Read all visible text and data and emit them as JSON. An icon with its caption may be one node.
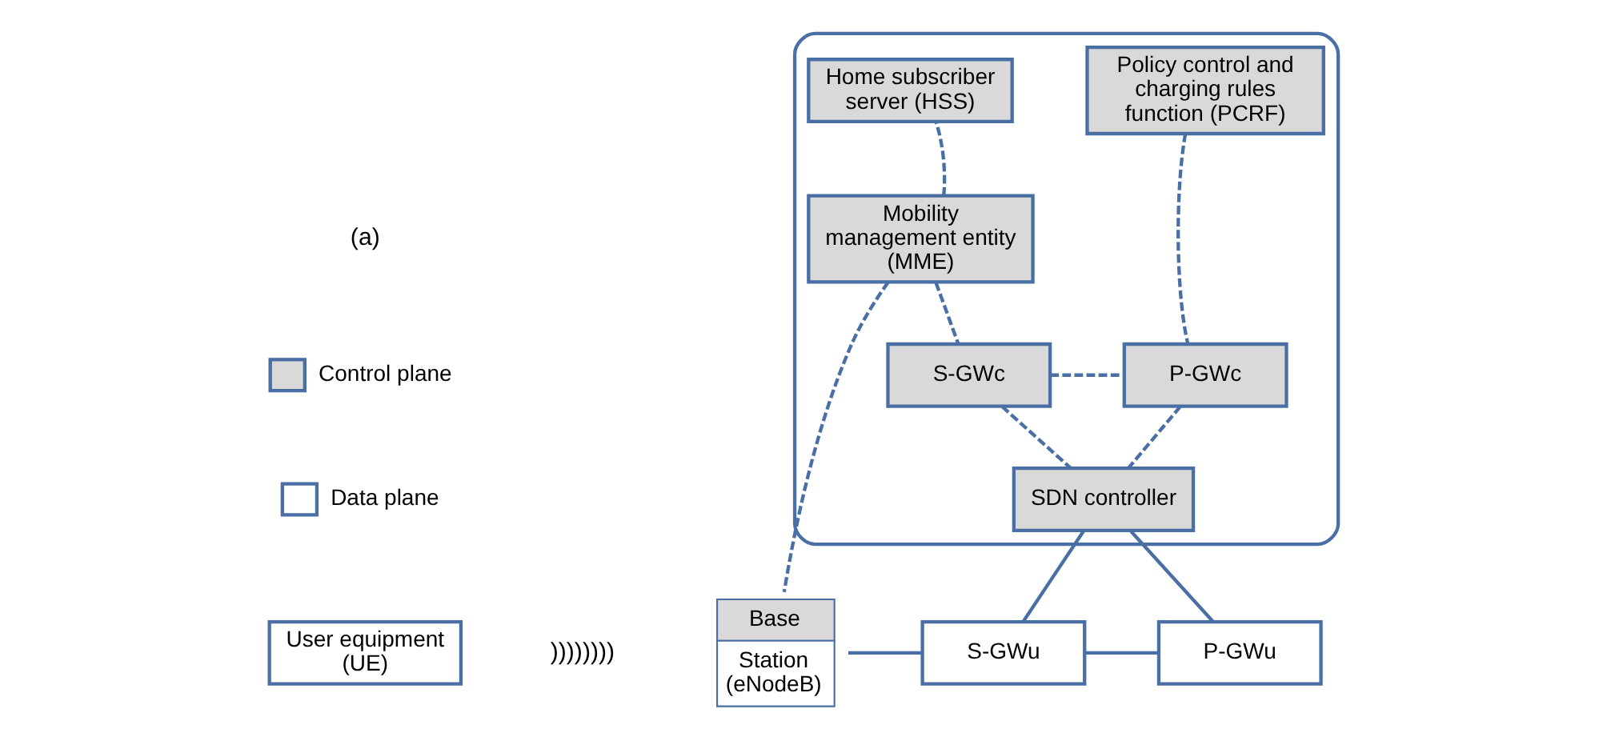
{
  "diagram": {
    "nodes": [
      {
        "text": [],
        "shape": "cloud"
      },
      {
        "text": [
          "Home subscriber server (HSS)"
        ],
        "in": 0
      },
      {
        "text": [
          "Policy control and charging rules function (PCRF)"
        ],
        "in": 0
      },
      {
        "text": [
          "Mobility management entity (MME)"
        ],
        "in": 0
      },
      {
        "text": [
          "S-GWc"
        ],
        "in": 0
      },
      {
        "text": [
          "P-GWc"
        ],
        "in": 0
      },
      {
        "text": [
          "SDN controller"
        ],
        "in": 0
      },
      {
        "text": [
          "User equipment (UE)"
        ]
      },
      {
        "text": [
          "Base",
          "Station (eNodeB)"
        ]
      },
      {
        "text": [
          "S-GWu"
        ]
      },
      {
        "text": [
          "P-GWu"
        ]
      }
    ],
    "edges": [
      {
        "from": 3,
        "to": 1,
        "arrow": "none",
        "style": "dashed"
      },
      {
        "from": 3,
        "to": 4,
        "arrow": "none",
        "style": "dashed"
      },
      {
        "from": 3,
        "to": 8,
        "arrow": "none",
        "style": "dashed"
      },
      {
        "from": 2,
        "to": 5,
        "arrow": "none",
        "style": "dashed"
      },
      {
        "from": 4,
        "to": 5,
        "arrow": "none",
        "style": "dashed"
      },
      {
        "from": 4,
        "to": 6,
        "arrow": "none",
        "style": "dashed"
      },
      {
        "from": 5,
        "to": 6,
        "arrow": "none",
        "style": "dashed"
      },
      {
        "from": 6,
        "to": 9,
        "arrow": "none"
      },
      {
        "from": 6,
        "to": 10,
        "arrow": "none"
      },
      {
        "from": 8,
        "to": 9,
        "arrow": "none"
      },
      {
        "from": 9,
        "to": 10,
        "arrow": "none"
      }
    ],
    "labels": [
      "(a)",
      "))))))))"
    ],
    "legend": [
      {
        "text": "Control plane",
        "color": "#d9d9d9"
      },
      {
        "text": "Data plane",
        "color": "#ffffff"
      }
    ]
  }
}
